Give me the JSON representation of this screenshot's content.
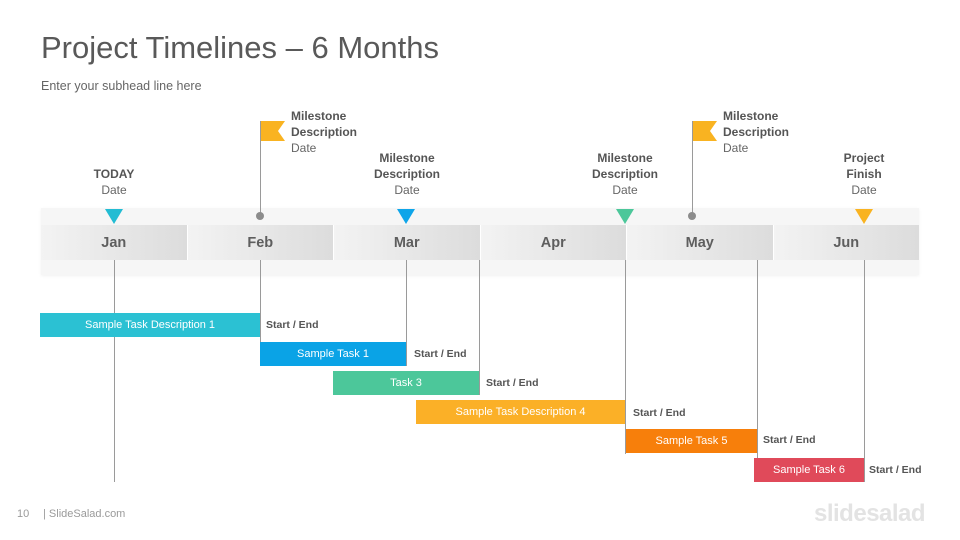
{
  "header": {
    "title": "Project Timelines – 6 Months",
    "subhead": "Enter your subhead  line here"
  },
  "months": [
    "Jan",
    "Feb",
    "Mar",
    "Apr",
    "May",
    "Jun"
  ],
  "markers": [
    {
      "label": "TODAY",
      "date": "Date",
      "color": "#23bcd3"
    },
    {
      "label_line1": "Milestone",
      "label_line2": "Description",
      "date": "Date",
      "color": "#0fa5e9"
    },
    {
      "label_line1": "Milestone",
      "label_line2": "Description",
      "date": "Date",
      "color": "#4cc79a"
    },
    {
      "label_line1": "Project",
      "label_line2": "Finish",
      "date": "Date",
      "color": "#f9b321"
    }
  ],
  "flags": [
    {
      "label_line1": "Milestone",
      "label_line2": "Description",
      "date": "Date",
      "color": "#f9b321"
    },
    {
      "label_line1": "Milestone",
      "label_line2": "Description",
      "date": "Date",
      "color": "#f9b321"
    }
  ],
  "tasks": [
    {
      "label": "Sample Task Description 1",
      "end_label": "Start / End",
      "color": "#2bc1d3"
    },
    {
      "label": "Sample Task 1",
      "end_label": "Start / End",
      "color": "#0aa3e6"
    },
    {
      "label": "Task 3",
      "end_label": "Start / End",
      "color": "#4cc79a"
    },
    {
      "label": "Sample Task Description 4",
      "end_label": "Start / End",
      "color": "#fbb027"
    },
    {
      "label": "Sample Task 5",
      "end_label": "Start / End",
      "color": "#f77f0b"
    },
    {
      "label": "Sample Task 6",
      "end_label": "Start / End",
      "color": "#e04a5a"
    }
  ],
  "footer": {
    "page_number": "10",
    "site": "| SlideSalad.com",
    "logo": "slidesalad"
  }
}
